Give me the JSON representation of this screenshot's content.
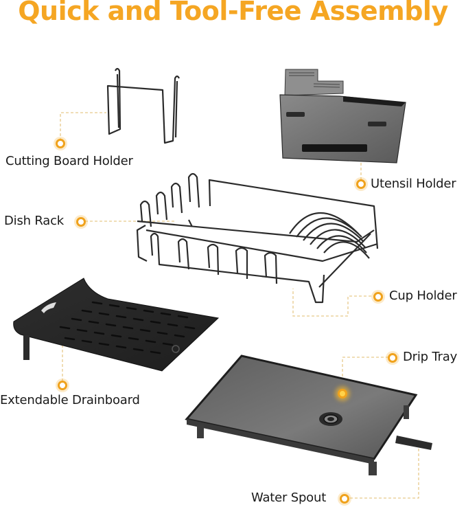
{
  "header": {
    "title": "Quick and Tool-Free Assembly",
    "title_color": "#F5A623"
  },
  "callouts": [
    {
      "id": "cutting-board-holder",
      "label": "Cutting Board Holder"
    },
    {
      "id": "utensil-holder",
      "label": "Utensil Holder"
    },
    {
      "id": "dish-rack",
      "label": "Dish Rack"
    },
    {
      "id": "cup-holder",
      "label": "Cup Holder"
    },
    {
      "id": "drip-tray",
      "label": "Drip Tray"
    },
    {
      "id": "extendable-drainboard",
      "label": "Extendable Drainboard"
    },
    {
      "id": "water-spout",
      "label": "Water Spout"
    }
  ],
  "colors": {
    "accent": "#F0A21C",
    "connector": "#E8C98A",
    "product_dark": "#2b2b2b",
    "product_grey": "#6e6e6e",
    "text": "#1a1a1a"
  }
}
